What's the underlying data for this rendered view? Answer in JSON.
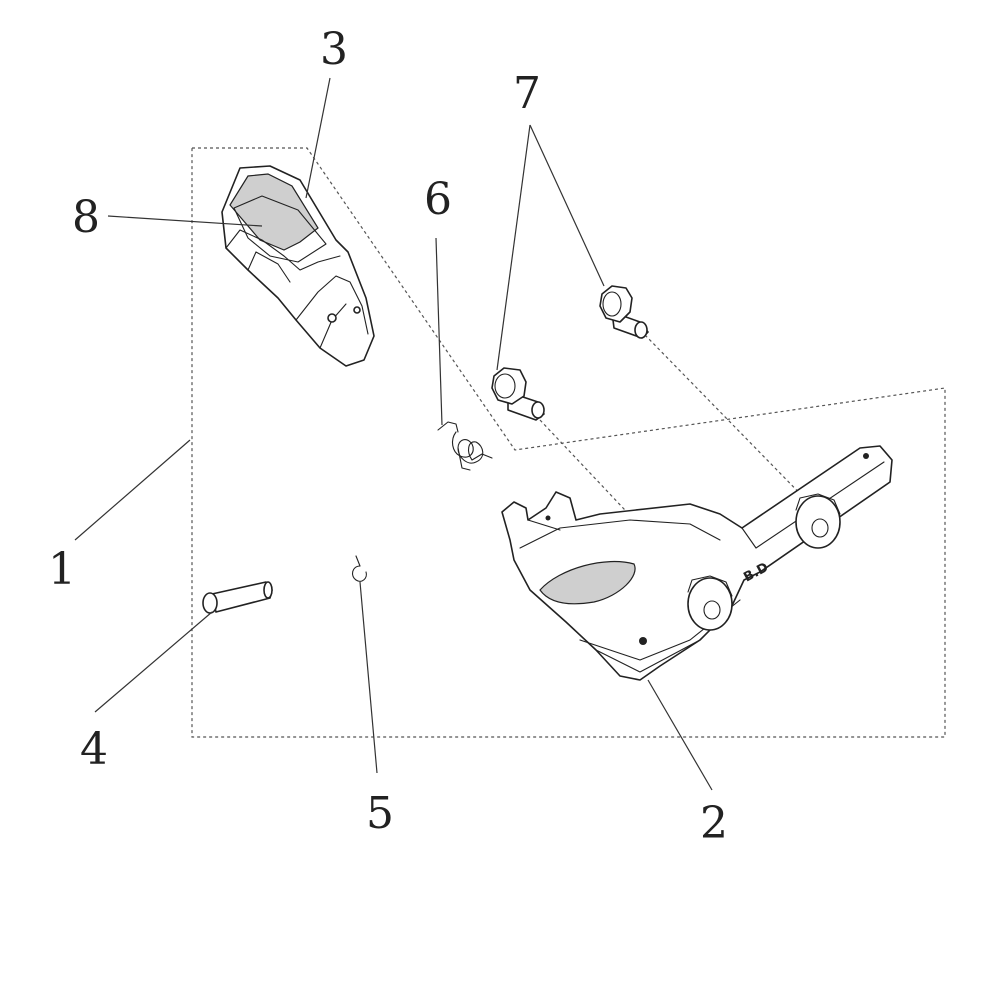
{
  "callouts": {
    "c1": "1",
    "c2": "2",
    "c3": "3",
    "c4": "4",
    "c5": "5",
    "c6": "6",
    "c7": "7",
    "c8": "8"
  },
  "bracket_marking": "B.D"
}
